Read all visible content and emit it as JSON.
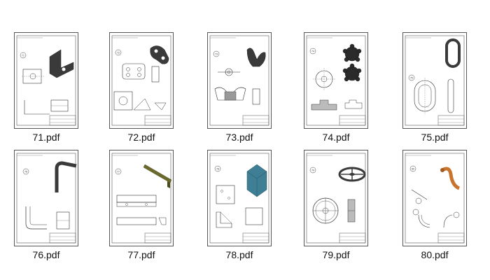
{
  "files": [
    {
      "name": "71.pdf",
      "callout": "71",
      "part": "bracket"
    },
    {
      "name": "72.pdf",
      "callout": "72",
      "part": "link-plate"
    },
    {
      "name": "73.pdf",
      "callout": "73",
      "part": "wing-nut"
    },
    {
      "name": "74.pdf",
      "callout": "74",
      "part": "star-knob"
    },
    {
      "name": "75.pdf",
      "callout": "75",
      "part": "chain-link"
    },
    {
      "name": "76.pdf",
      "callout": "76",
      "part": "bent-rod"
    },
    {
      "name": "77.pdf",
      "callout": "77",
      "part": "angle-bar"
    },
    {
      "name": "78.pdf",
      "callout": "78",
      "part": "corner-block"
    },
    {
      "name": "79.pdf",
      "callout": "79",
      "part": "handwheel"
    },
    {
      "name": "80.pdf",
      "callout": "80",
      "part": "elbow-pipe"
    }
  ],
  "colors": {
    "line": "#333333",
    "frame": "#555555",
    "part_gray": "#3a3a3a",
    "part_olive": "#6b6a2a",
    "part_teal": "#3f7f95",
    "part_orange": "#c8742e"
  }
}
